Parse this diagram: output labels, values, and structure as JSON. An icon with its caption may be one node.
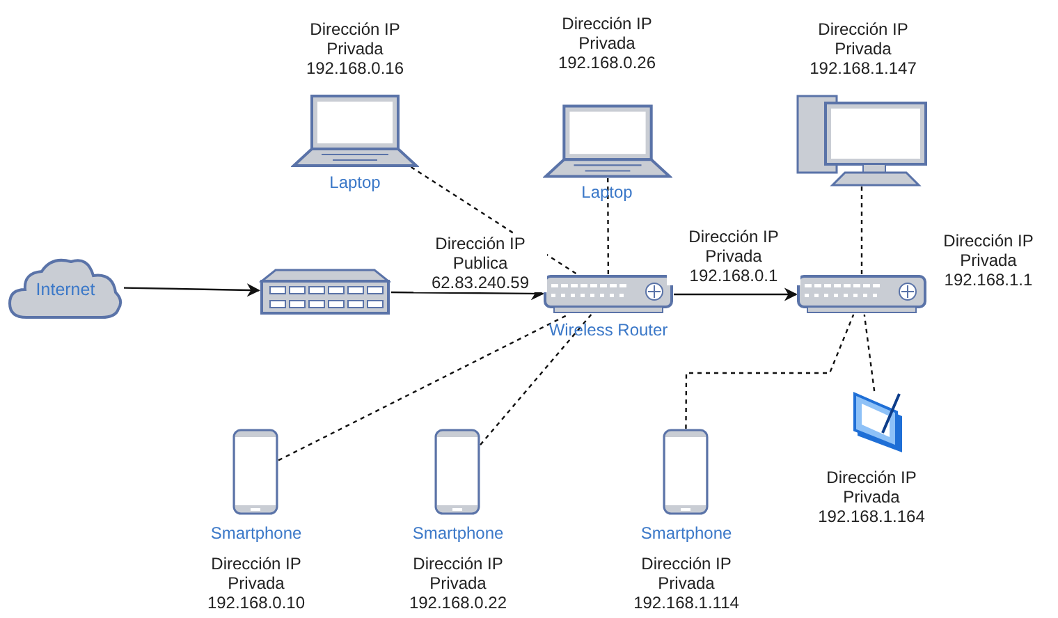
{
  "diagram": {
    "nodes": [
      {
        "text": [
          "Internet"
        ]
      },
      {
        "text": [],
        "shape": "picture"
      },
      {
        "text": [],
        "shape": "picture",
        "beside": [
          "Wireless Router"
        ]
      },
      {
        "text": [],
        "shape": "picture",
        "beside": [
          "Dirección IP Privada 192.168.1.1"
        ]
      },
      {
        "text": [],
        "shape": "picture",
        "beside": [
          "Dirección IP Privada 192.168.0.16",
          "Laptop"
        ]
      },
      {
        "text": [],
        "shape": "picture",
        "beside": [
          "Dirección IP Privada 192.168.0.26",
          "Laptop"
        ]
      },
      {
        "text": [],
        "shape": "picture",
        "beside": [
          "Dirección IP Privada 192.168.1.147"
        ]
      },
      {
        "text": [],
        "shape": "picture",
        "beside": [
          "Smartphone",
          "Dirección IP Privada 192.168.0.10"
        ]
      },
      {
        "text": [],
        "shape": "picture",
        "beside": [
          "Smartphone",
          "Dirección IP Privada 192.168.0.22"
        ]
      },
      {
        "text": [],
        "shape": "picture",
        "beside": [
          "Smartphone",
          "Dirección IP Privada 192.168.1.114"
        ]
      },
      {
        "text": [],
        "shape": "picture",
        "beside": [
          "Dirección IP Privada 192.168.1.164"
        ]
      }
    ],
    "edges": [
      {
        "from": 0,
        "to": 1,
        "arrow": "to"
      },
      {
        "from": 1,
        "to": 2,
        "arrow": "to",
        "label": "Dirección IP Publica 62.83.240.59"
      },
      {
        "from": 2,
        "to": 3,
        "arrow": "to",
        "label": "Dirección IP Privada 192.168.0.1"
      },
      {
        "from": 4,
        "to": 2,
        "arrow": "none",
        "style": "dashed"
      },
      {
        "from": 5,
        "to": 2,
        "arrow": "none",
        "style": "dashed"
      },
      {
        "from": 6,
        "to": 3,
        "arrow": "none",
        "style": "dashed"
      },
      {
        "from": 7,
        "to": 2,
        "arrow": "none",
        "style": "dashed"
      },
      {
        "from": 8,
        "to": 2,
        "arrow": "none",
        "style": "dashed"
      },
      {
        "from": 9,
        "to": 3,
        "arrow": "none",
        "style": "dashed"
      },
      {
        "from": 10,
        "to": 3,
        "arrow": "none",
        "style": "dashed"
      }
    ]
  }
}
